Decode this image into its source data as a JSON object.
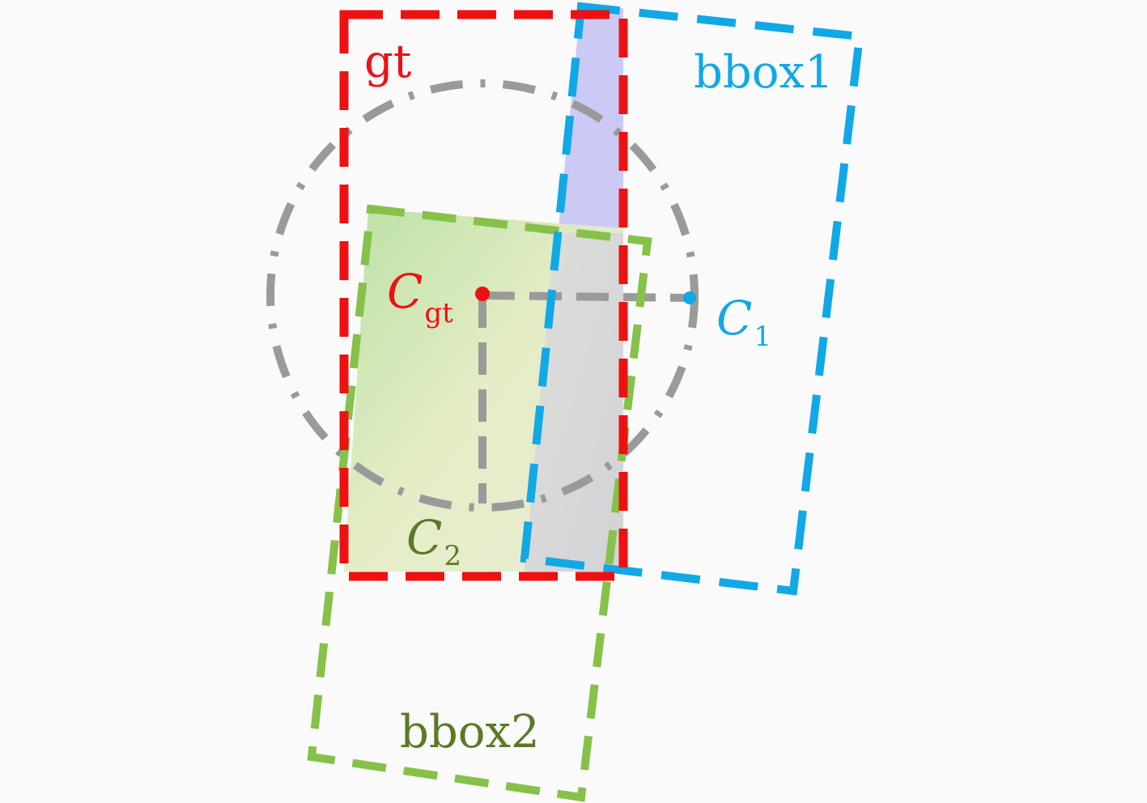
{
  "labels": {
    "gt": "gt",
    "bbox1": "bbox1",
    "bbox2": "bbox2",
    "c_gt": {
      "base": "C",
      "sub": "gt"
    },
    "c1": {
      "base": "C",
      "sub": "1"
    },
    "c2": {
      "base": "C",
      "sub": "2"
    }
  },
  "colors": {
    "gt": "#ee1111",
    "bbox1": "#11a8e6",
    "bbox2": "#86c14a",
    "bbox2_text": "#5a7a26",
    "helper": "#9a9a9a",
    "purple_fill": "#c8c4f2",
    "green_fill": "#cfe7a8",
    "overlap_fill": "#d6d6de",
    "background": "#fafafa"
  }
}
